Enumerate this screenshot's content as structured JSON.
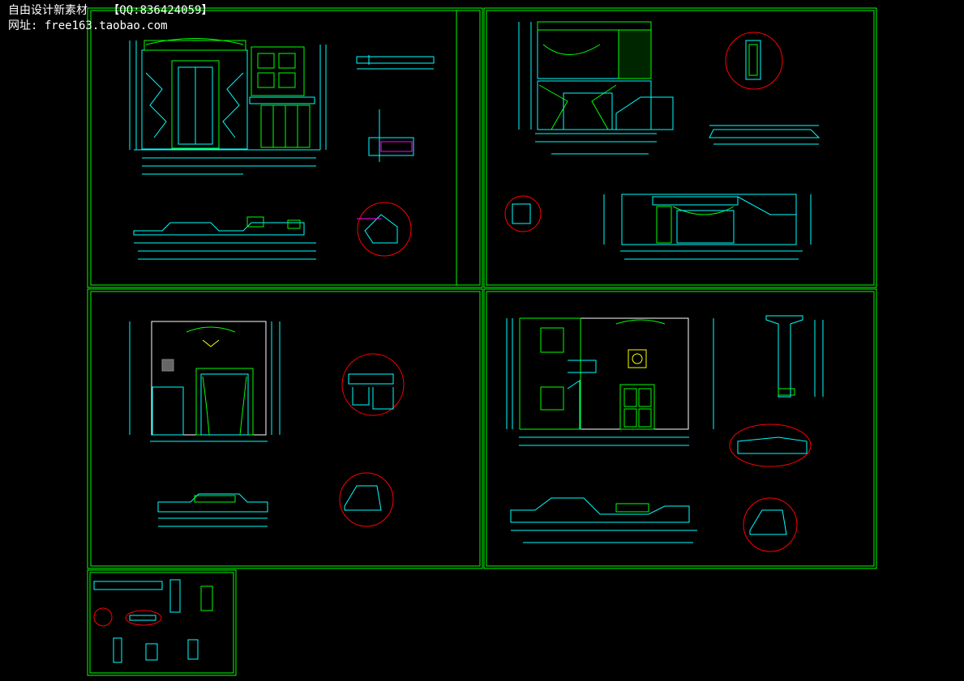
{
  "watermark": {
    "line1": "自由设计新素材   【QQ:836424059】",
    "line2": "网址: free163.taobao.com"
  },
  "colors": {
    "background": "#000000",
    "frame": "#00ff00",
    "line_cyan": "#00ffff",
    "line_green": "#00ff00",
    "dimension_magenta": "#ff00ff",
    "detail_circle_red": "#ff0000",
    "text_white": "#ffffff",
    "furniture_yellow": "#ffff00"
  },
  "sheets": [
    {
      "name": "sheet-top-left",
      "content": "elevation with door, plan strip, detail callouts"
    },
    {
      "name": "sheet-top-right",
      "content": "staircase elevations, detail circles"
    },
    {
      "name": "sheet-mid-left",
      "content": "curtain wall elevation, plan strip, detail callouts"
    },
    {
      "name": "sheet-mid-right",
      "content": "double door elevation, column detail, plan strip"
    },
    {
      "name": "sheet-bottom-left",
      "content": "small detail sheet"
    }
  ]
}
